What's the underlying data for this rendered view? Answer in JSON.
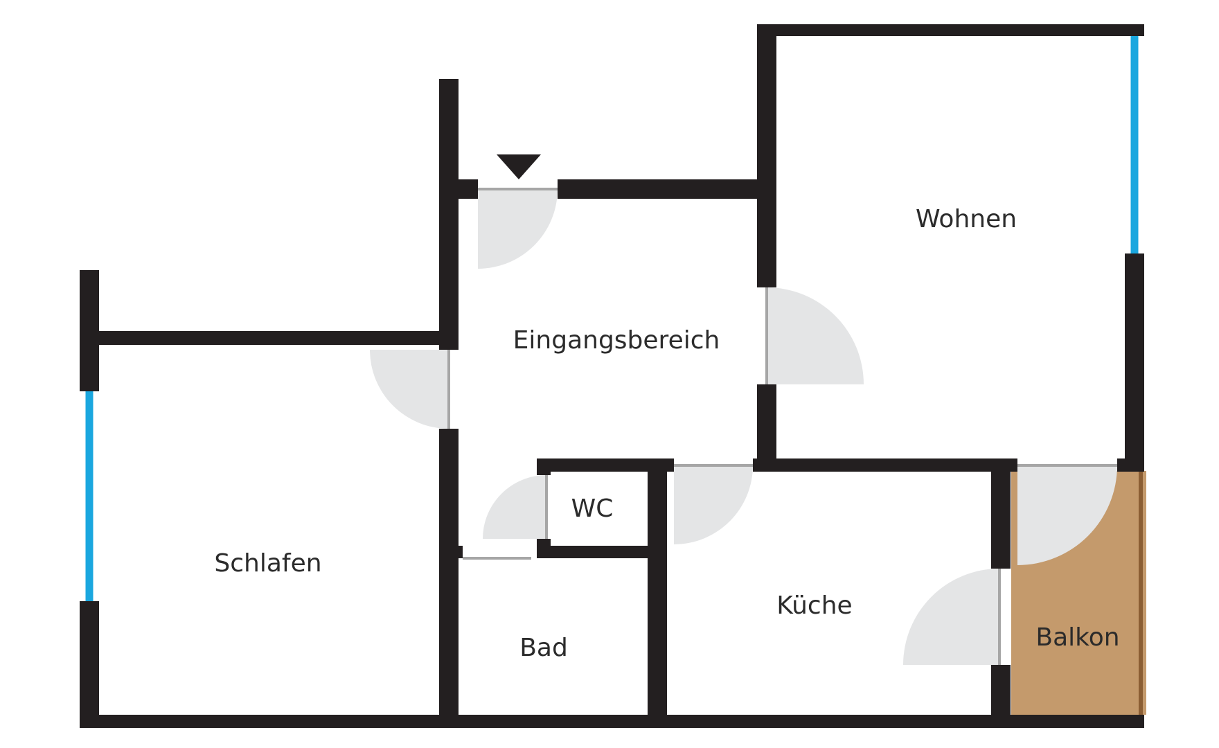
{
  "floorplan": {
    "colors": {
      "wall": "#231f20",
      "window": "#1aa7df",
      "door_leaf": "#a6a6a6",
      "door_swing": "#e4e5e6",
      "balcony": "#c49a6c",
      "balcony_edge": "#8b5e34",
      "entrance_marker": "#231f20"
    },
    "rooms": {
      "wohnen": "Wohnen",
      "eingangsbereich": "Eingangsbereich",
      "schlafen": "Schlafen",
      "wc": "WC",
      "kueche": "Küche",
      "bad": "Bad",
      "balkon": "Balkon"
    },
    "icons": {
      "entrance": "down-triangle-icon"
    }
  }
}
